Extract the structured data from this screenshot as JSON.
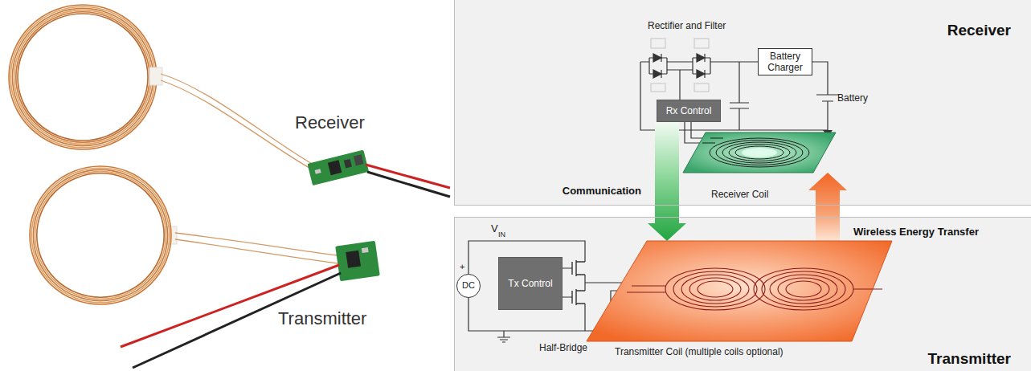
{
  "diagram": {
    "nodes": [
      {
        "text": [
          "Receiver"
        ]
      },
      {
        "text": [
          "Battery Charger"
        ],
        "in": 0
      },
      {
        "text": [
          "Rx Control"
        ],
        "in": 0
      },
      {
        "text": [
          "Receiver Coil"
        ],
        "in": 0
      },
      {
        "text": [
          "Transmitter"
        ]
      },
      {
        "text": [
          "DC"
        ],
        "in": 4
      },
      {
        "text": [
          "Tx Control"
        ],
        "in": 4
      },
      {
        "text": [
          "Transmitter Coil (multiple coils optional)"
        ],
        "in": 4
      }
    ],
    "edges": [
      {
        "from": 2,
        "to": 7,
        "arrow": "to",
        "label": "Communication"
      },
      {
        "from": 7,
        "to": 3,
        "arrow": "to",
        "label": "Wireless Energy Transfer"
      }
    ],
    "labels": [
      "Receiver",
      "Transmitter",
      "Rectifier and Filter",
      "Battery",
      "+",
      "V",
      "IN",
      "Half-Bridge"
    ]
  }
}
